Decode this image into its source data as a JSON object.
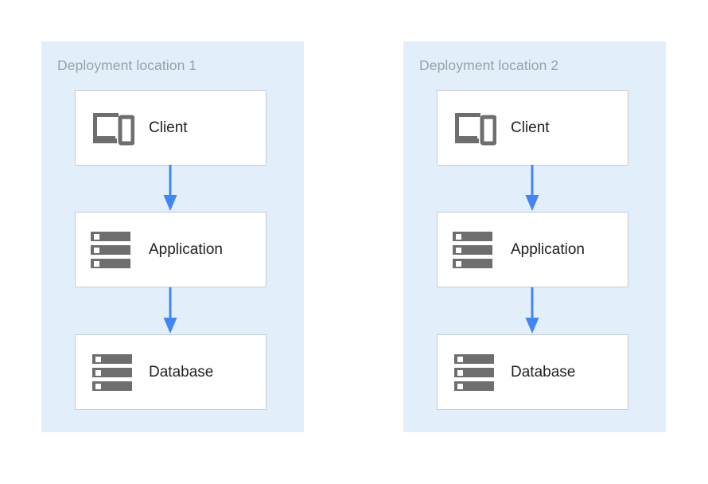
{
  "diagram": {
    "type": "deployment-architecture",
    "background_color": "#ffffff",
    "panel_color": "#e3eefb",
    "accent_color": "#4285f4",
    "icon_color": "#6e6e6e",
    "label_color": "#202124",
    "title_color": "#9aa0a6",
    "box_border_color": "#c8ccd0",
    "box_fill_color": "#ffffff",
    "panels": [
      {
        "title": "Deployment location 1",
        "nodes": [
          {
            "label": "Client",
            "icon": "client-devices-icon"
          },
          {
            "label": "Application",
            "icon": "server-stack-icon"
          },
          {
            "label": "Database",
            "icon": "server-stack-icon"
          }
        ],
        "arrows": [
          {
            "from": "Client",
            "to": "Application",
            "direction": "down"
          },
          {
            "from": "Application",
            "to": "Database",
            "direction": "down"
          }
        ]
      },
      {
        "title": "Deployment location 2",
        "nodes": [
          {
            "label": "Client",
            "icon": "client-devices-icon"
          },
          {
            "label": "Application",
            "icon": "server-stack-icon"
          },
          {
            "label": "Database",
            "icon": "server-stack-icon"
          }
        ],
        "arrows": [
          {
            "from": "Client",
            "to": "Application",
            "direction": "down"
          },
          {
            "from": "Application",
            "to": "Database",
            "direction": "down"
          }
        ]
      }
    ]
  }
}
